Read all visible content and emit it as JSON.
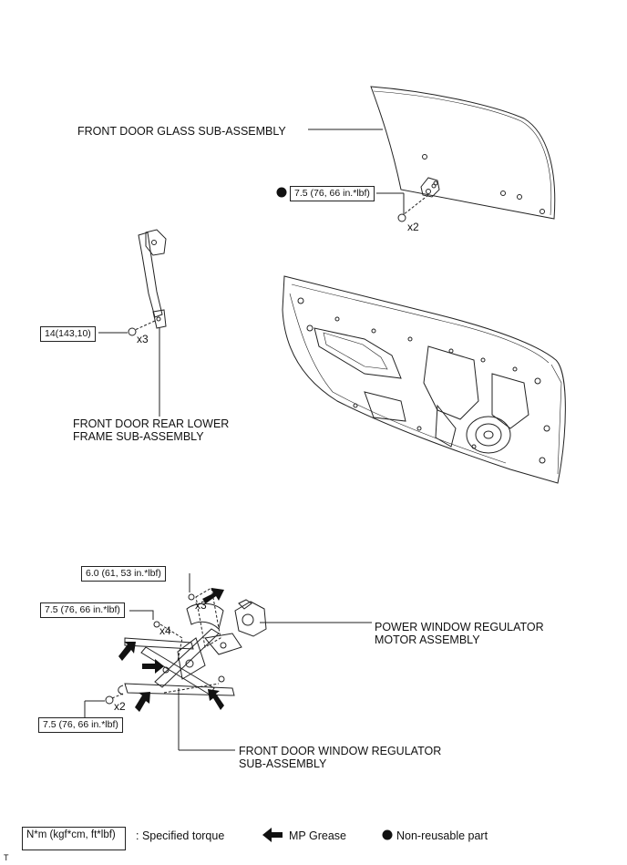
{
  "parts": {
    "glass": "FRONT DOOR GLASS SUB-ASSEMBLY",
    "rear_frame_1": "FRONT DOOR REAR LOWER",
    "rear_frame_2": "FRAME SUB-ASSEMBLY",
    "motor_1": "POWER WINDOW REGULATOR",
    "motor_2": "MOTOR ASSEMBLY",
    "regulator_1": "FRONT DOOR WINDOW REGULATOR",
    "regulator_2": "SUB-ASSEMBLY"
  },
  "torques": {
    "glass": "7.5 (76, 66 in.*lbf)",
    "rear_frame": "14(143,10)",
    "motor_bolts": "6.0 (61, 53 in.*lbf)",
    "regulator_upper": "7.5 (76, 66 in.*lbf)",
    "regulator_lower": "7.5 (76, 66 in.*lbf)"
  },
  "quantities": {
    "glass": "x2",
    "rear_frame": "x3",
    "motor_bolts": "x3",
    "regulator_upper": "x4",
    "regulator_lower": "x2"
  },
  "legend": {
    "box_text": "N*m (kgf*cm, ft*lbf)",
    "torque": ": Specified torque",
    "grease": "MP Grease",
    "nonreusable": "Non-reusable part"
  },
  "footer": "T",
  "colors": {
    "line": "#222222",
    "fill": "#ffffff"
  }
}
